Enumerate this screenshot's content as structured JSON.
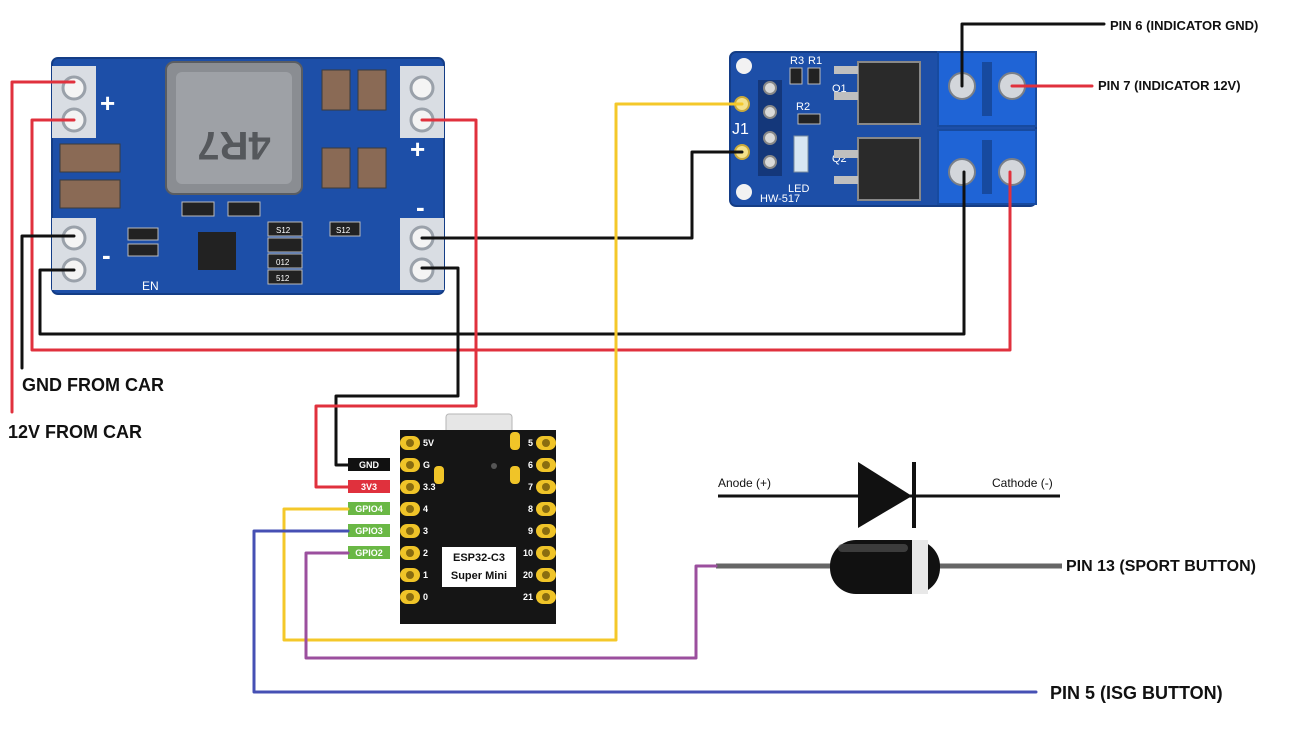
{
  "labels": {
    "gnd_from_car": "GND FROM CAR",
    "v12_from_car": "12V FROM CAR",
    "pin6": "PIN 6 (INDICATOR GND)",
    "pin7": "PIN 7 (INDICATOR 12V)",
    "pin13": "PIN 13 (SPORT BUTTON)",
    "pin5": "PIN 5 (ISG BUTTON)",
    "anode": "Anode (+)",
    "cathode": "Cathode (-)"
  },
  "buck": {
    "inductor_marking": "4R7",
    "plus_in": "+",
    "plus_out": "+",
    "minus_in": "-",
    "minus_out": "-",
    "en": "EN",
    "chip_marks": [
      "S12",
      "S12",
      "012",
      "512"
    ]
  },
  "mosfet": {
    "j1": "J1",
    "led": "LED",
    "model": "HW-517",
    "r3": "R3",
    "r1": "R1",
    "r2": "R2",
    "q1": "Q1",
    "q2": "Q2"
  },
  "esp": {
    "name_line1": "ESP32-C3",
    "name_line2": "Super Mini",
    "left_pins": [
      "5V",
      "G",
      "3.3",
      "4",
      "3",
      "2",
      "1",
      "0"
    ],
    "right_pins": [
      "5",
      "6",
      "7",
      "8",
      "9",
      "10",
      "20",
      "21"
    ],
    "tags": [
      "GND",
      "3V3",
      "GPIO4",
      "GPIO3",
      "GPIO2"
    ]
  },
  "colors": {
    "red": "#e0313d",
    "black": "#111111",
    "yellow": "#f4c82a",
    "purple": "#9b4f9e",
    "blue": "#4650b4",
    "gray": "#666666",
    "pcb_blue": "#1d4fa8",
    "terminal_blue": "#1f64d6"
  }
}
